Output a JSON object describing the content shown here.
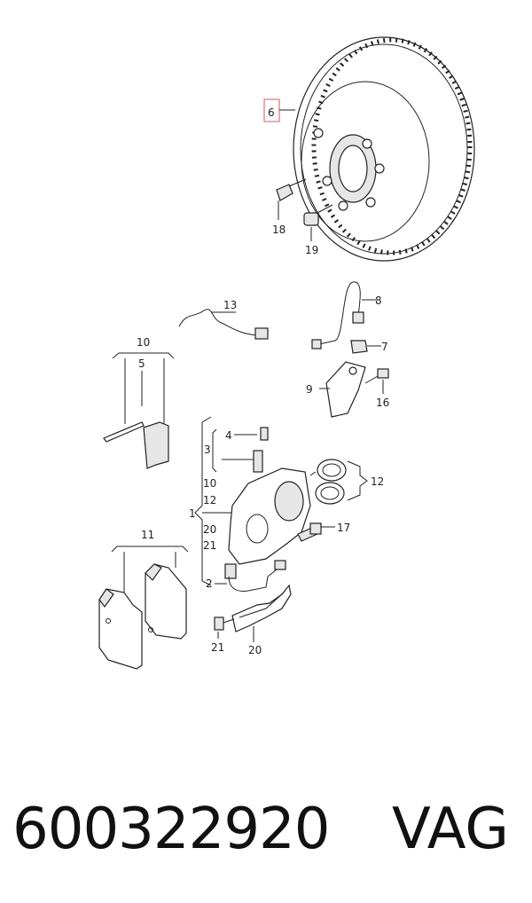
{
  "diagram": {
    "callouts": {
      "c6": "6",
      "c18": "18",
      "c19": "19",
      "c13": "13",
      "c8": "8",
      "c7": "7",
      "c9": "9",
      "c16": "16",
      "c10": "10",
      "c5": "5",
      "c4": "4",
      "c3": "3",
      "c10b": "10",
      "c12b": "12",
      "c1": "1",
      "c20b": "20",
      "c21b": "21",
      "c12": "12",
      "c17": "17",
      "c11": "11",
      "c2": "2",
      "c21": "21",
      "c20": "20"
    },
    "highlight_color": "#e0707a"
  },
  "footer": {
    "part_number": "600322920",
    "brand": "VAG"
  }
}
